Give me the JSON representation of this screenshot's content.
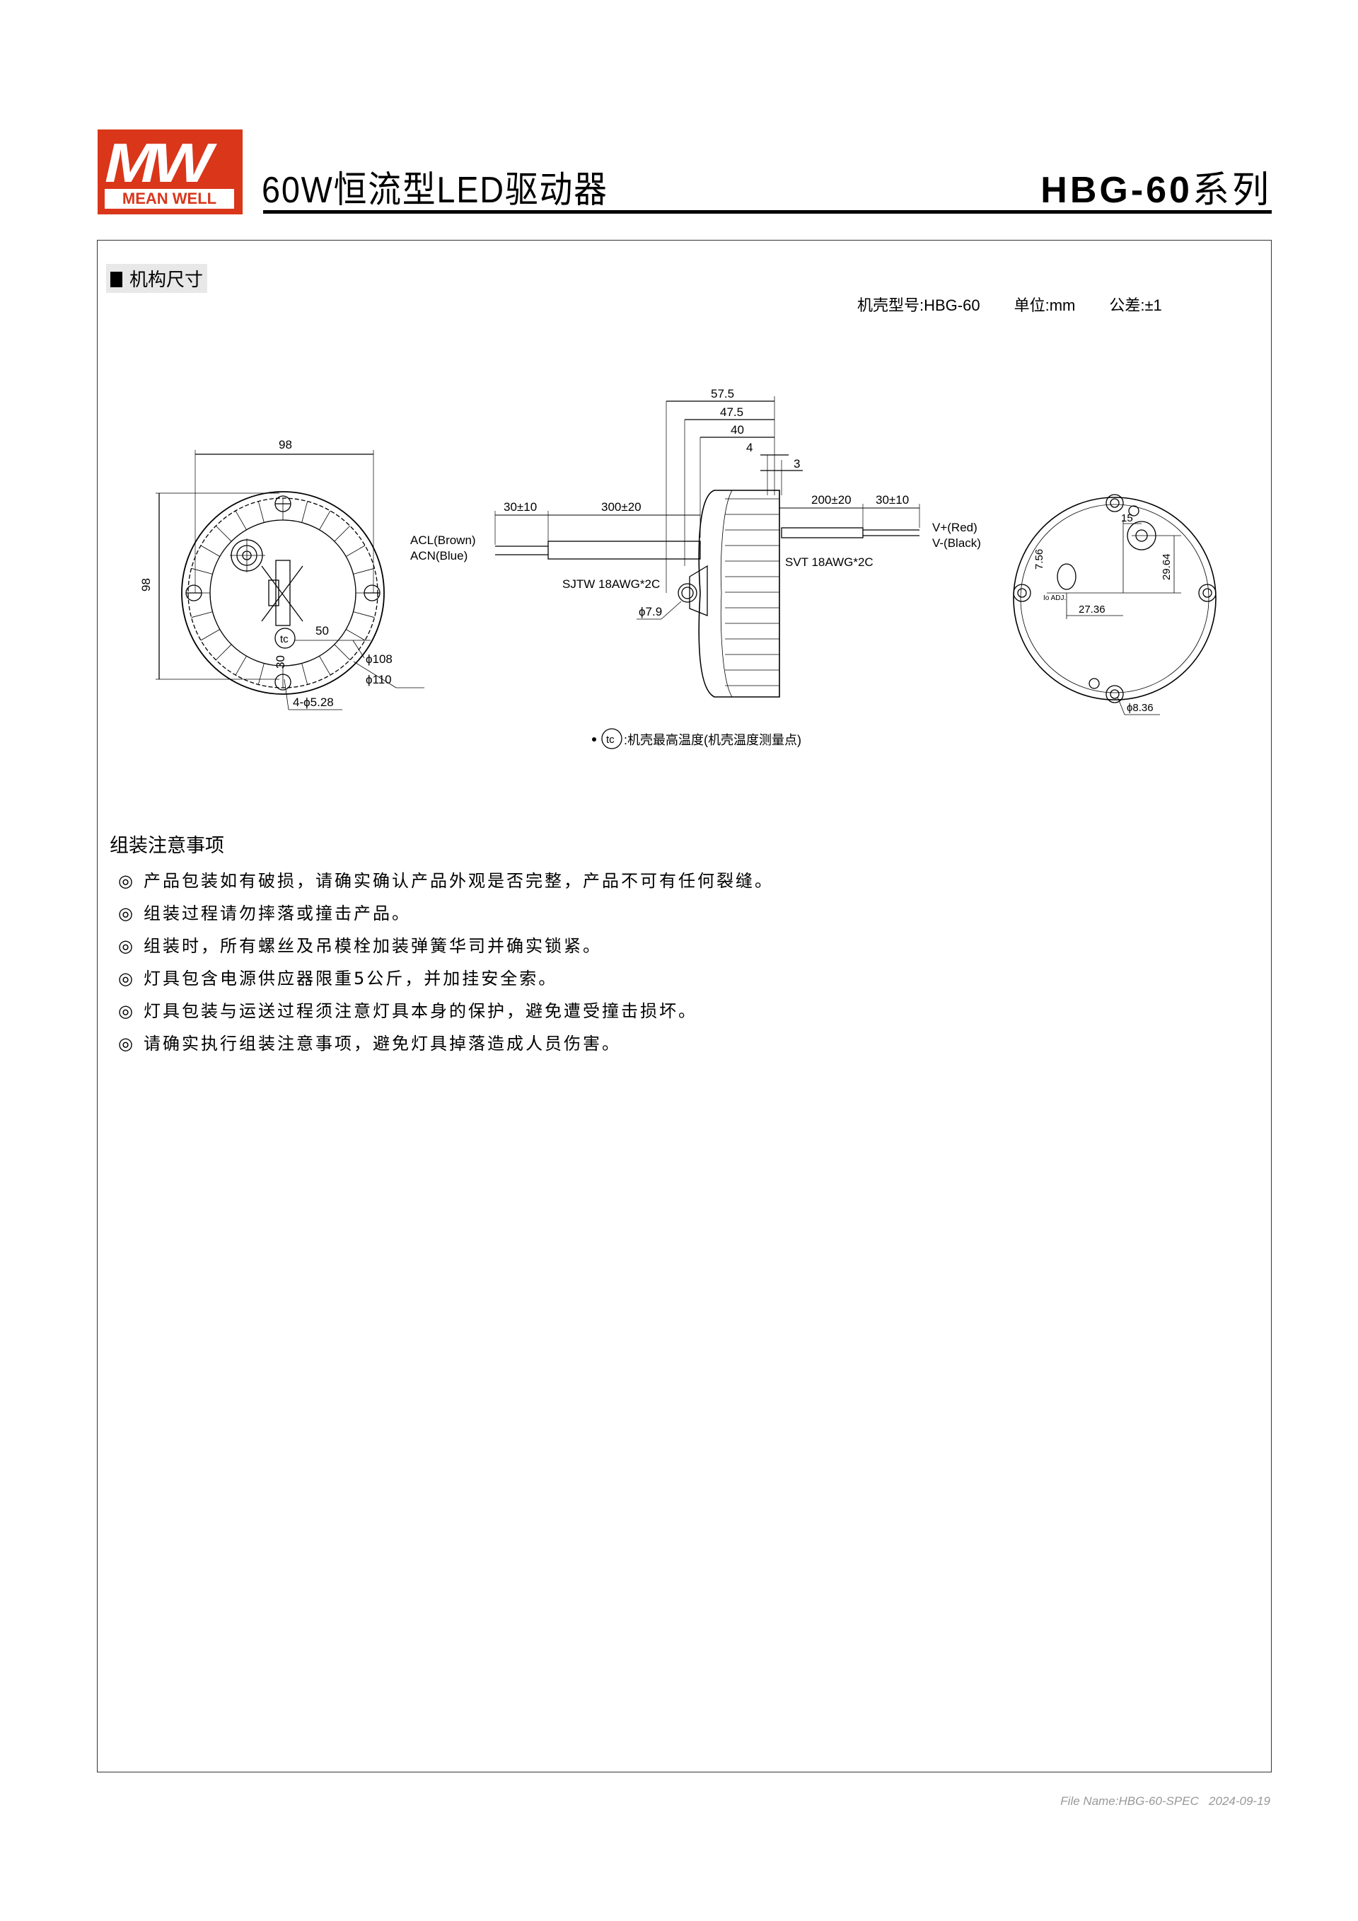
{
  "header": {
    "logo_top": "MW",
    "logo_text": "MEAN WELL",
    "title": "60W恒流型LED驱动器",
    "series_model": "HBG-60",
    "series_suffix": "系列",
    "brand_color": "#d9361a"
  },
  "section": {
    "title": "机构尺寸",
    "case_no": "机壳型号:HBG-60",
    "unit": "单位:mm",
    "tolerance": "公差:±1"
  },
  "drawing": {
    "front": {
      "width": "98",
      "height": "98",
      "tc_x": "50",
      "tc_y": "30",
      "d108": "ϕ108",
      "d110": "ϕ110",
      "holes": "4-ϕ5.28",
      "tc": "tc"
    },
    "side": {
      "d57_5": "57.5",
      "d47_5": "47.5",
      "d40": "40",
      "d4": "4",
      "d3": "3",
      "in_strip": "30±10",
      "in_len": "300±20",
      "acl": "ACL(Brown)",
      "acn": "ACN(Blue)",
      "in_cable": "SJTW 18AWG*2C",
      "gland": "ϕ7.9",
      "out_len": "200±20",
      "out_strip": "30±10",
      "vplus": "V+(Red)",
      "vminus": "V-(Black)",
      "out_cable": "SVT 18AWG*2C"
    },
    "rear": {
      "d15": "15",
      "d7_56": "7.56",
      "d29_64": "29.64",
      "d27_36": "27.36",
      "adj": "Io ADJ.",
      "hole": "ϕ8.36"
    },
    "tc_note_symbol": "tc",
    "tc_note": ":机壳最高温度(机壳温度测量点)"
  },
  "notes": {
    "title": "组装注意事项",
    "bullet": "◎",
    "items": [
      "产品包装如有破损，请确实确认产品外观是否完整，产品不可有任何裂缝。",
      "组装过程请勿摔落或撞击产品。",
      "组装时，所有螺丝及吊模栓加装弹簧华司并确实锁紧。",
      "灯具包含电源供应器限重5公斤，并加挂安全索。",
      "灯具包装与运送过程须注意灯具本身的保护，避免遭受撞击损坏。",
      "请确实执行组装注意事项，避免灯具掉落造成人员伤害。"
    ]
  },
  "footer": {
    "file_name": "File Name:HBG-60-SPEC",
    "date": "2024-09-19"
  }
}
